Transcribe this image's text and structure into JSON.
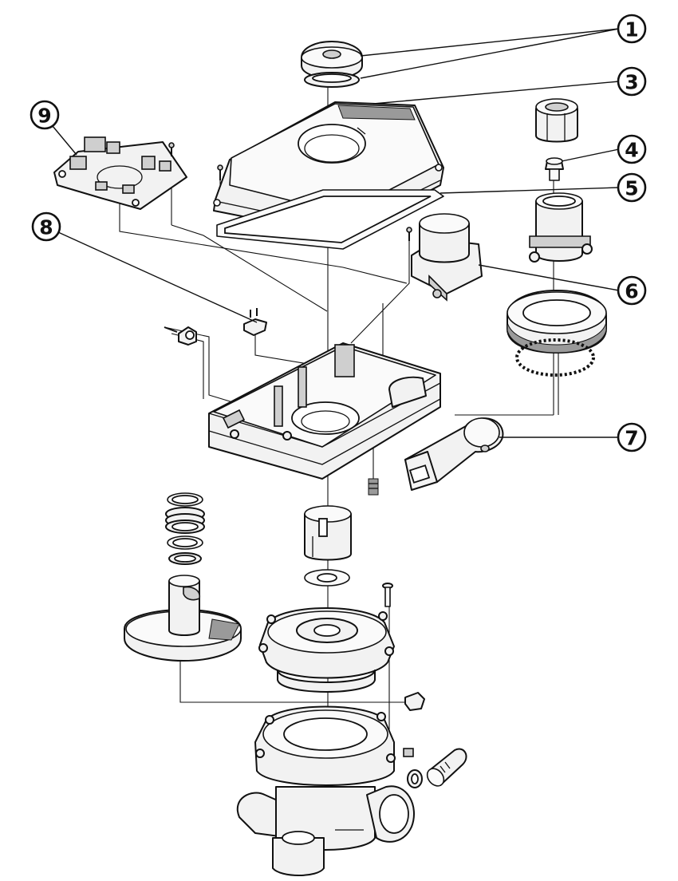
{
  "callouts": [
    {
      "id": "1",
      "label": "1"
    },
    {
      "id": "3",
      "label": "3"
    },
    {
      "id": "4",
      "label": "4"
    },
    {
      "id": "5",
      "label": "5"
    },
    {
      "id": "6",
      "label": "6"
    },
    {
      "id": "7",
      "label": "7"
    },
    {
      "id": "8",
      "label": "8"
    },
    {
      "id": "9",
      "label": "9"
    }
  ]
}
